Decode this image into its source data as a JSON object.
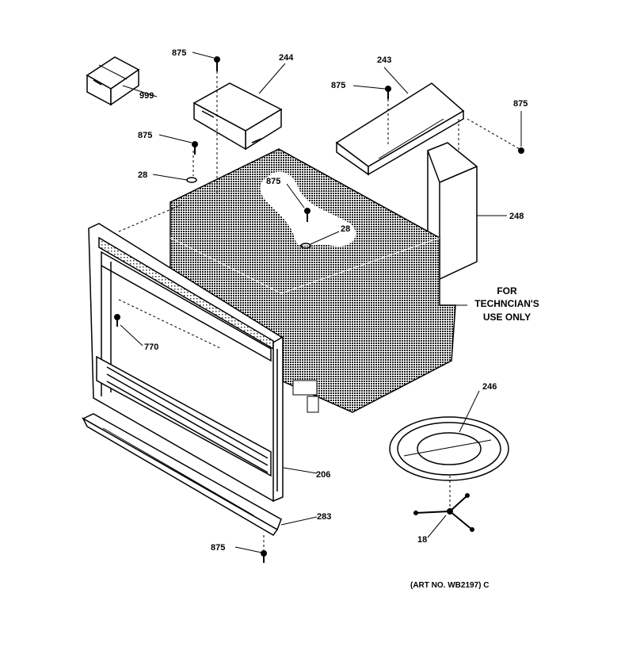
{
  "labels": {
    "p999": "999",
    "p875_a": "875",
    "p244": "244",
    "p243": "243",
    "p875_b": "875",
    "p875_c": "875",
    "p875_d": "875",
    "p28_a": "28",
    "p875_e": "875",
    "p28_b": "28",
    "p248": "248",
    "p770": "770",
    "p246": "246",
    "p206": "206",
    "p283": "283",
    "p875_f": "875",
    "p18": "18"
  },
  "note": {
    "line1": "FOR",
    "line2": "TECHNCIAN'S",
    "line3": "USE ONLY"
  },
  "art_number": "(ART NO. WB2197) C"
}
